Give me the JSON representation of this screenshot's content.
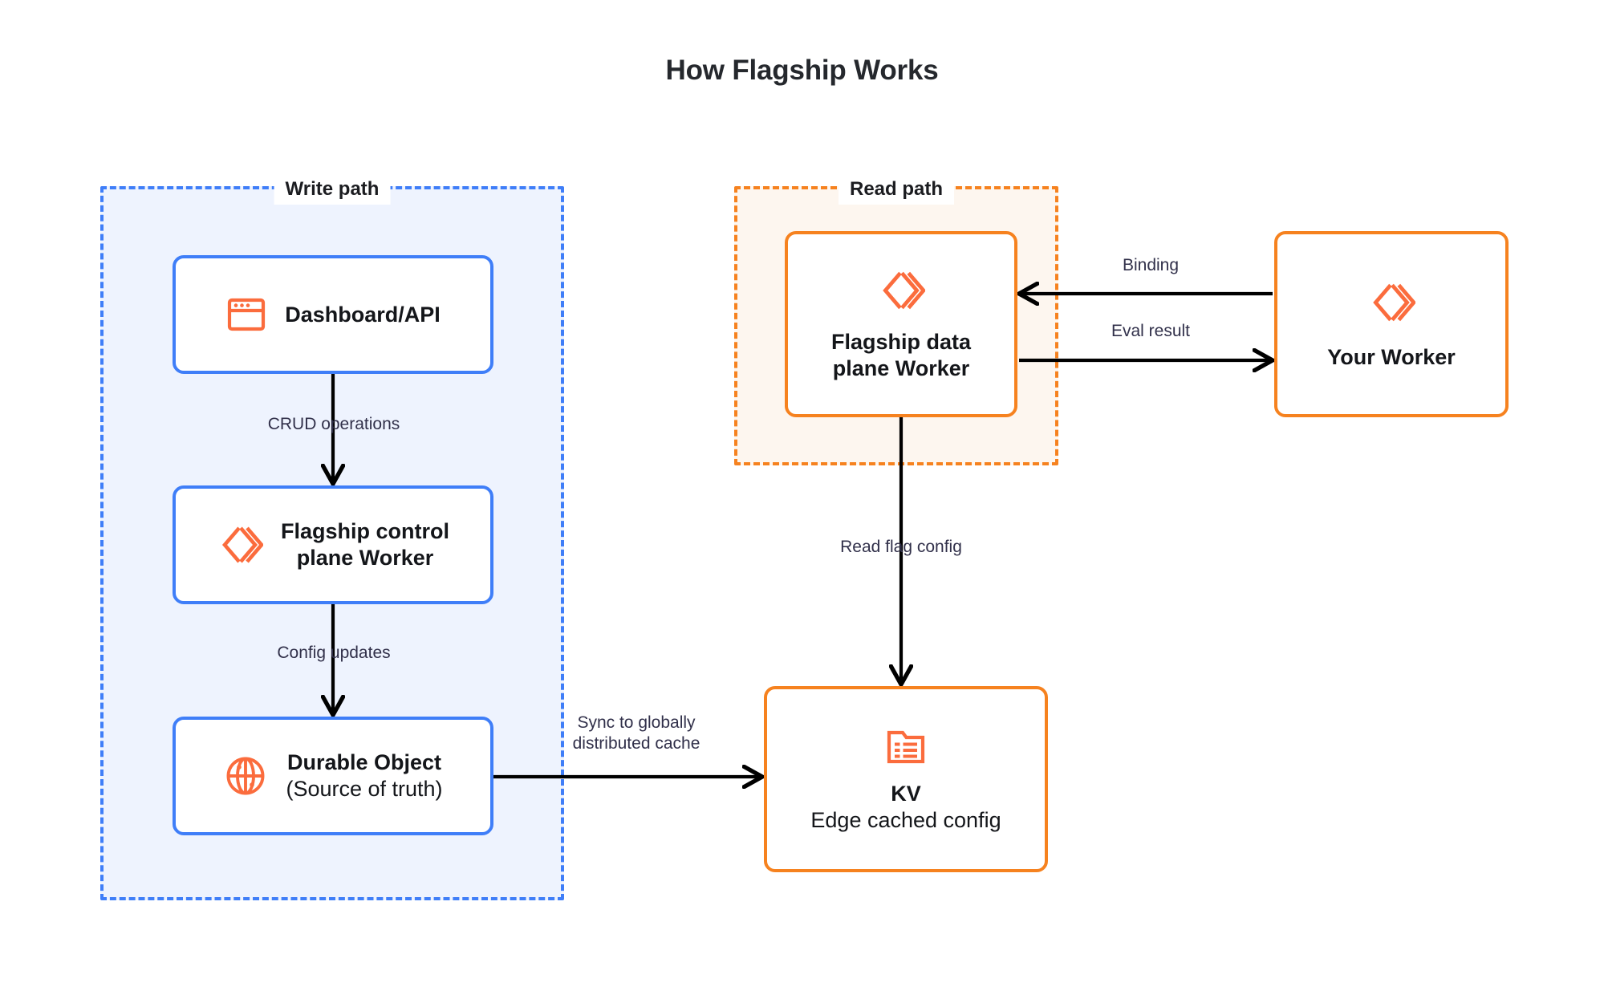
{
  "diagram": {
    "title": "How Flagship Works",
    "colors": {
      "blue": "#3f7ef8",
      "blue_fill": "#eef3fe",
      "orange": "#f6821f",
      "orange_fill": "#fdf6ef",
      "icon_orange": "#fb6c3d",
      "label_text": "#31304a",
      "title_text": "#25282d"
    },
    "groups": [
      {
        "id": "write",
        "label": "Write path"
      },
      {
        "id": "read",
        "label": "Read path"
      }
    ],
    "nodes": [
      {
        "id": "dashboard",
        "title": "Dashboard/API",
        "subtitle": "",
        "icon": "browser-window-icon",
        "accent": "blue",
        "group": "write"
      },
      {
        "id": "control-plane",
        "title": "Flagship control\nplane Worker",
        "subtitle": "",
        "icon": "cloudflare-workers-icon",
        "accent": "blue",
        "group": "write"
      },
      {
        "id": "durable-object",
        "title": "Durable Object",
        "subtitle": "(Source of truth)",
        "icon": "globe-icon",
        "accent": "blue",
        "group": "write"
      },
      {
        "id": "data-plane",
        "title": "Flagship data\nplane Worker",
        "subtitle": "",
        "icon": "cloudflare-workers-icon",
        "accent": "orange",
        "group": "read"
      },
      {
        "id": "your-worker",
        "title": "Your Worker",
        "subtitle": "",
        "icon": "cloudflare-workers-icon",
        "accent": "orange",
        "group": ""
      },
      {
        "id": "kv",
        "title": "KV",
        "subtitle": "Edge cached config",
        "icon": "kv-folder-list-icon",
        "accent": "orange",
        "group": ""
      }
    ],
    "edges": [
      {
        "id": "crud",
        "label": "CRUD operations",
        "from": "dashboard",
        "to": "control-plane",
        "direction": "down"
      },
      {
        "id": "config",
        "label": "Config updates",
        "from": "control-plane",
        "to": "durable-object",
        "direction": "down"
      },
      {
        "id": "sync",
        "label": "Sync to globally\ndistributed cache",
        "from": "durable-object",
        "to": "kv",
        "direction": "right"
      },
      {
        "id": "readflag",
        "label": "Read flag config",
        "from": "data-plane",
        "to": "kv",
        "direction": "down"
      },
      {
        "id": "binding",
        "label": "Binding",
        "from": "your-worker",
        "to": "data-plane",
        "direction": "left"
      },
      {
        "id": "eval",
        "label": "Eval result",
        "from": "data-plane",
        "to": "your-worker",
        "direction": "right"
      }
    ]
  }
}
